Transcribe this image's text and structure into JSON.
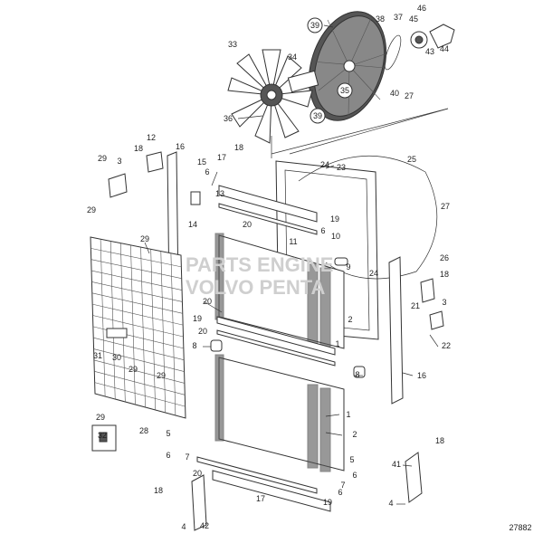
{
  "diagram_id": "27882",
  "watermark": [
    "PARTS ENGINE",
    "VOLVO PENTA"
  ],
  "labels": [
    "39",
    "38",
    "37",
    "45",
    "46",
    "43",
    "44",
    "33",
    "34",
    "35",
    "39",
    "40",
    "27",
    "36",
    "12",
    "18",
    "16",
    "29",
    "3",
    "15",
    "6",
    "18",
    "17",
    "13",
    "14",
    "24",
    "23",
    "25",
    "29",
    "19",
    "20",
    "6",
    "10",
    "11",
    "9",
    "29",
    "27",
    "26",
    "18",
    "24",
    "3",
    "2",
    "21",
    "20",
    "19",
    "20",
    "1",
    "22",
    "8",
    "31",
    "30",
    "29",
    "29",
    "8",
    "16",
    "1",
    "2",
    "28",
    "29",
    "32",
    "5",
    "6",
    "7",
    "5",
    "6",
    "7",
    "20",
    "18",
    "41",
    "18",
    "17",
    "19",
    "6",
    "4",
    "4",
    "42"
  ]
}
